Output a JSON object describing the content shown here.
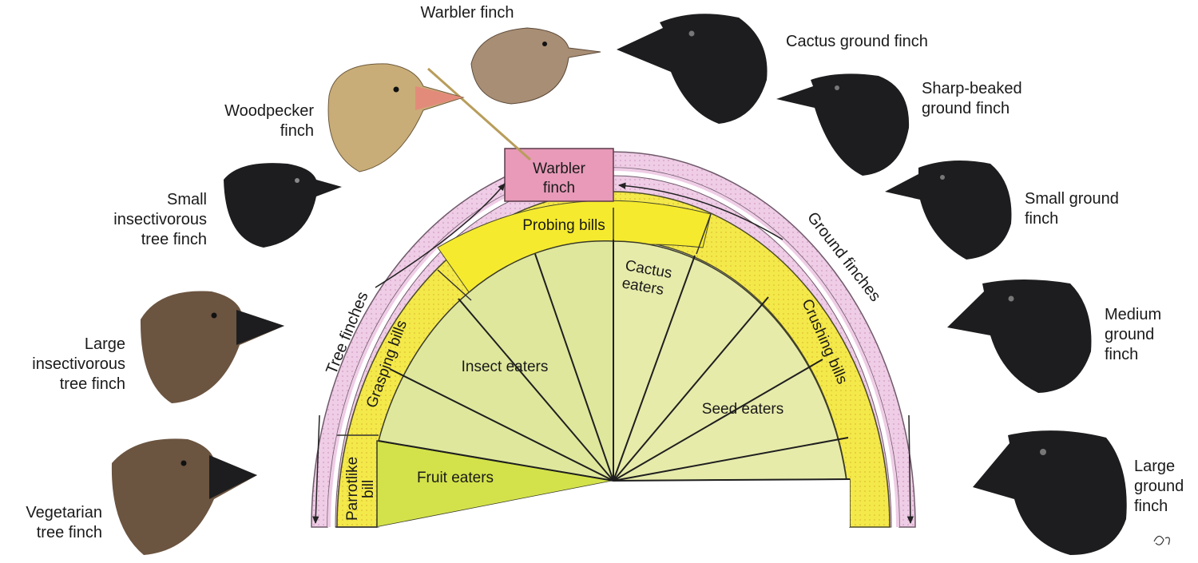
{
  "diagram": {
    "outer_ring": {
      "left": "Tree finches",
      "right": "Ground finches",
      "top_line1": "Warbler",
      "top_line2": "finch"
    },
    "bill_ring": {
      "parrot_line1": "Parrotlike",
      "parrot_line2": "bill",
      "grasping": "Grasping bills",
      "probing": "Probing bills",
      "crushing": "Crushing bills"
    },
    "diet": {
      "fruit": "Fruit eaters",
      "insect": "Insect eaters",
      "cactus_line1": "Cactus",
      "cactus_line2": "eaters",
      "seed": "Seed eaters"
    },
    "birds": {
      "warbler": "Warbler finch",
      "woodpecker_line1": "Woodpecker",
      "woodpecker_line2": "finch",
      "small_insect_line1": "Small",
      "small_insect_line2": "insectivorous",
      "small_insect_line3": "tree finch",
      "large_insect_line1": "Large",
      "large_insect_line2": "insectivorous",
      "large_insect_line3": "tree finch",
      "vegetarian_line1": "Vegetarian",
      "vegetarian_line2": "tree finch",
      "cactus": "Cactus ground finch",
      "sharp_line1": "Sharp-beaked",
      "sharp_line2": "ground finch",
      "small_ground_line1": "Small ground",
      "small_ground_line2": "finch",
      "medium_line1": "Medium",
      "medium_line2": "ground",
      "medium_line3": "finch",
      "large_ground_line1": "Large",
      "large_ground_line2": "ground",
      "large_ground_line3": "finch"
    },
    "colors": {
      "outer_ring": "#efcde6",
      "warbler_box": "#e89ab8",
      "bill_ring": "#f5ea4e",
      "insect_fill": "#dfe79c",
      "fruit_fill": "#d3e24a",
      "seed_fill": "#e7ebaa",
      "dark_bird": "#1d1d1f",
      "brown_bird": "#6b5440",
      "tan_bird": "#c9ad78"
    }
  }
}
